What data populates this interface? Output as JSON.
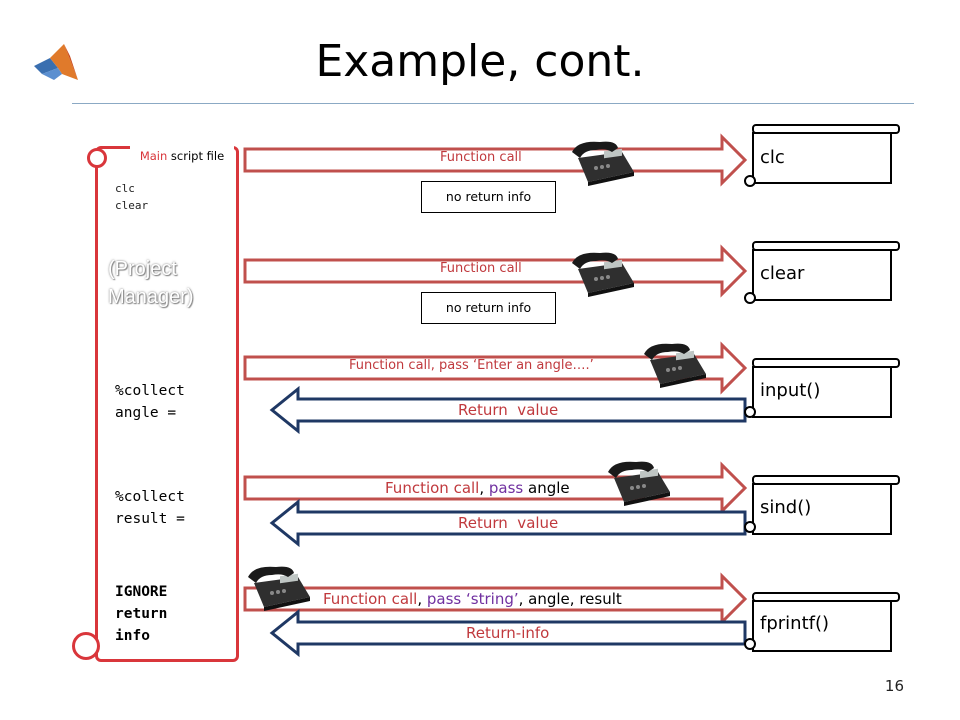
{
  "slide": {
    "title": "Example, cont.",
    "page_number": "16"
  },
  "main_script": {
    "label_red": "Main",
    "label_black": " script file",
    "code_small": [
      "clc",
      "clear"
    ],
    "watermark": [
      "(Project",
      "Manager)"
    ],
    "block1": [
      "%collect",
      "angle ="
    ],
    "block2": [
      "%collect",
      "result ="
    ],
    "block3": [
      "IGNORE",
      "return",
      "info"
    ]
  },
  "calls": [
    {
      "parts": [
        {
          "t": "Function call",
          "c": "r"
        }
      ],
      "box": "no return info",
      "target": "clc"
    },
    {
      "parts": [
        {
          "t": "Function call",
          "c": "r"
        }
      ],
      "box": "no return info",
      "target": "clear"
    },
    {
      "parts": [
        {
          "t": "Function call",
          "c": "r"
        },
        {
          "t": ", pass ",
          "c": "r"
        },
        {
          "t": "‘Enter an angle….’",
          "c": "r"
        }
      ],
      "return": "Return  value",
      "target": "input()"
    },
    {
      "parts": [
        {
          "t": "Function call",
          "c": "r"
        },
        {
          "t": ", ",
          "c": "k"
        },
        {
          "t": "pass ",
          "c": "p"
        },
        {
          "t": "angle",
          "c": "k"
        }
      ],
      "return": "Return  value",
      "target": "sind()"
    },
    {
      "parts": [
        {
          "t": "Function call",
          "c": "r"
        },
        {
          "t": ", ",
          "c": "k"
        },
        {
          "t": "pass ",
          "c": "p"
        },
        {
          "t": "‘string’",
          "c": "p"
        },
        {
          "t": ", angle, result",
          "c": "k"
        }
      ],
      "return": "Return-info",
      "target": "fprintf()"
    }
  ],
  "colors": {
    "call_arrow": "#c0504d",
    "return_arrow": "#1f3864",
    "scroll_border": "#d9363b"
  },
  "icons": {
    "logo": "matlab-logo-icon",
    "phone": "telephone-icon"
  }
}
